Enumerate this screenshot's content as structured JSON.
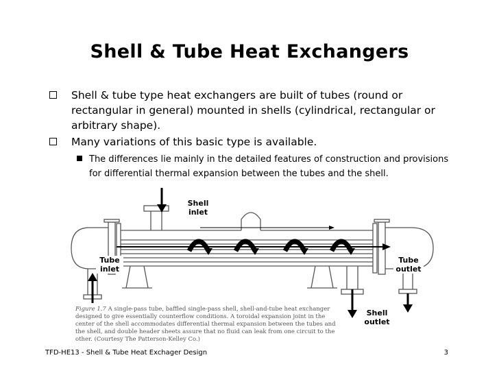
{
  "slide": {
    "title": "Shell & Tube Heat Exchangers",
    "bullets": [
      "Shell & tube type heat exchangers are built of tubes (round or rectangular in general) mounted in shells (cylindrical, rectangular or arbitrary shape).",
      "Many variations of this basic type is available."
    ],
    "sub_bullets": [
      "The differences lie mainly in the detailed features of construction and provisions for differential thermal expansion between the tubes and the shell."
    ]
  },
  "figure": {
    "labels": {
      "shell_inlet": "Shell inlet",
      "tube_inlet": "Tube inlet",
      "tube_outlet": "Tube outlet",
      "shell_outlet": "Shell outlet"
    },
    "caption_number": "Figure 1.7",
    "caption_text": "A single-pass tube, baffled single-pass shell, shell-and-tube heat exchanger designed to give essentially counterflow conditions. A toroidal expansion joint in the center of the shell accommodates differential thermal expansion between the tubes and the shell, and double header sheets assure that no fluid can leak from one circuit to the other. (Courtesy The Patterson-Kelley Co.)"
  },
  "footer": {
    "text": "TFD-HE13 - Shell & Tube Heat Exchager Design",
    "page": "3"
  }
}
